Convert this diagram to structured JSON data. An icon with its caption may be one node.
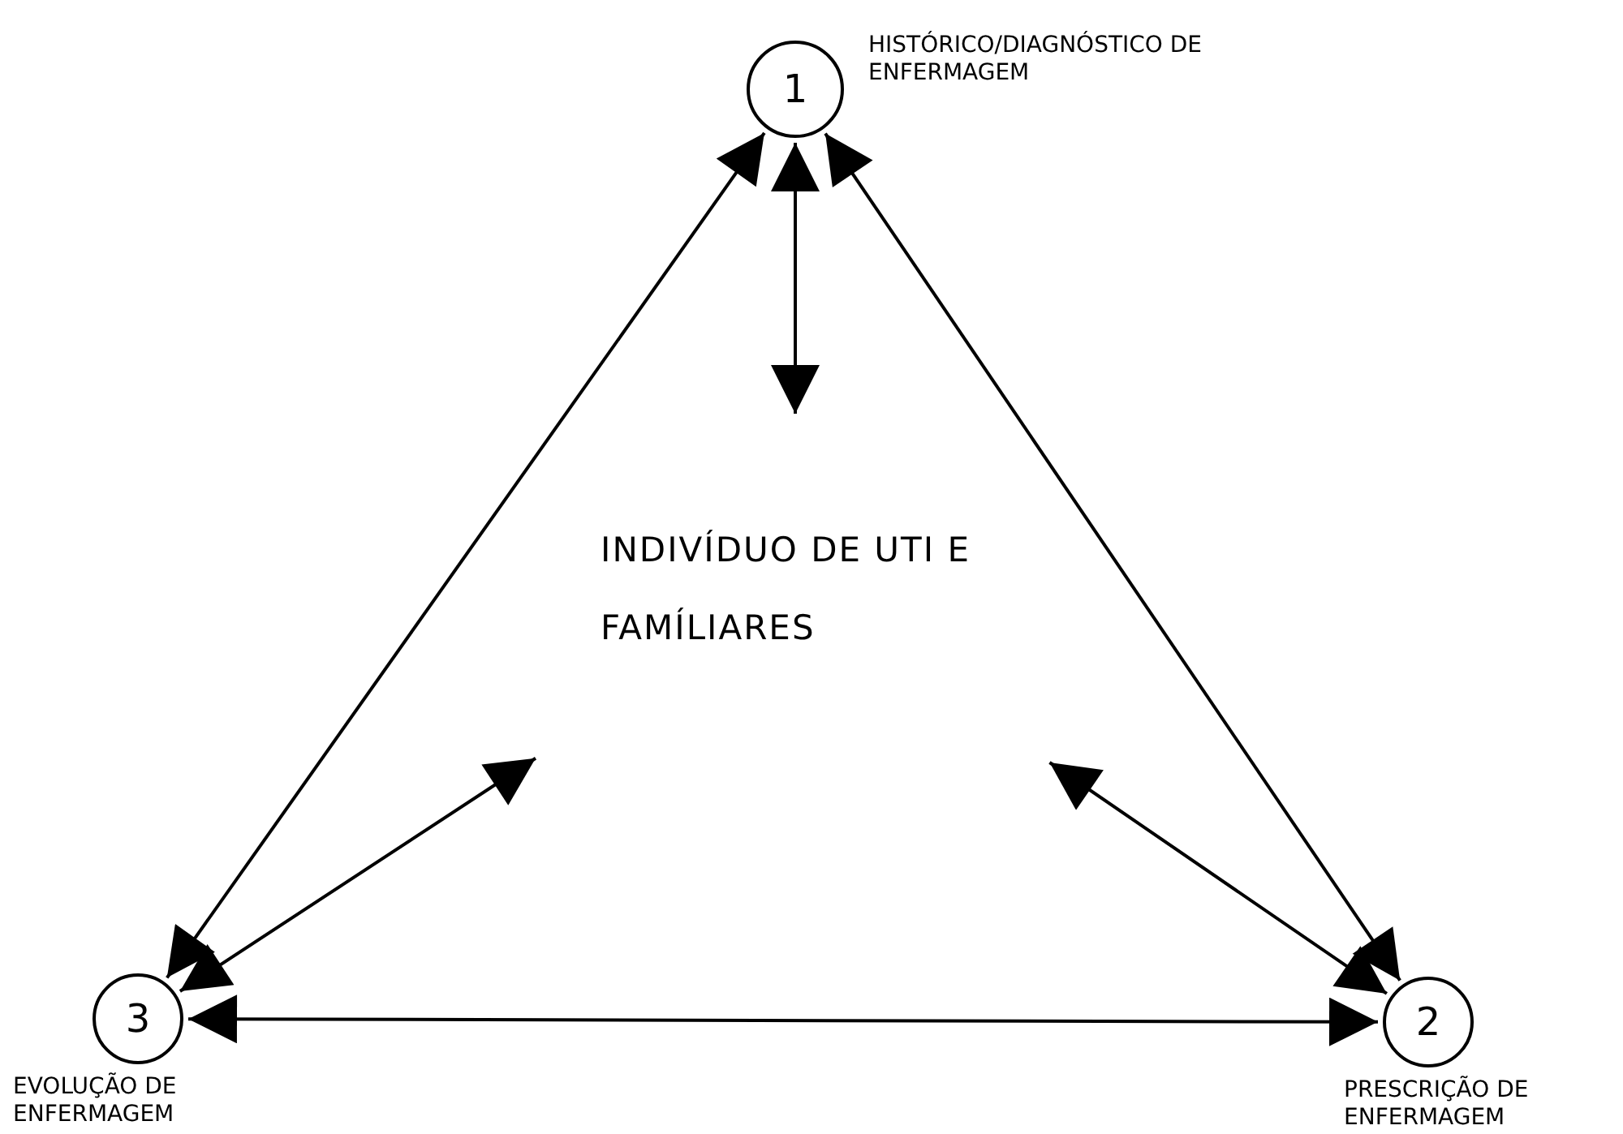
{
  "diagram": {
    "nodes": [
      {
        "text": [
          "1"
        ],
        "beside": [
          "HISTÓRICO/DIAGNÓSTICO DE ENFERMAGEM"
        ]
      },
      {
        "text": [
          "INDIVÍDUO DE UTI E FAMÍLIARES"
        ]
      },
      {
        "text": [
          "3"
        ],
        "beside": [
          "EVOLUÇÃO DE ENFERMAGEM"
        ]
      },
      {
        "text": [
          "2"
        ],
        "beside": [
          "PRESCRIÇÃO DE ENFERMAGEM"
        ]
      }
    ],
    "edges": [
      {
        "from": 0,
        "to": 2,
        "arrow": "both"
      },
      {
        "from": 0,
        "to": 3,
        "arrow": "both"
      },
      {
        "from": 0,
        "to": 1,
        "arrow": "both"
      },
      {
        "from": 2,
        "to": 1,
        "arrow": "both"
      },
      {
        "from": 3,
        "to": 1,
        "arrow": "both"
      },
      {
        "from": 2,
        "to": 3,
        "arrow": "both"
      }
    ]
  }
}
